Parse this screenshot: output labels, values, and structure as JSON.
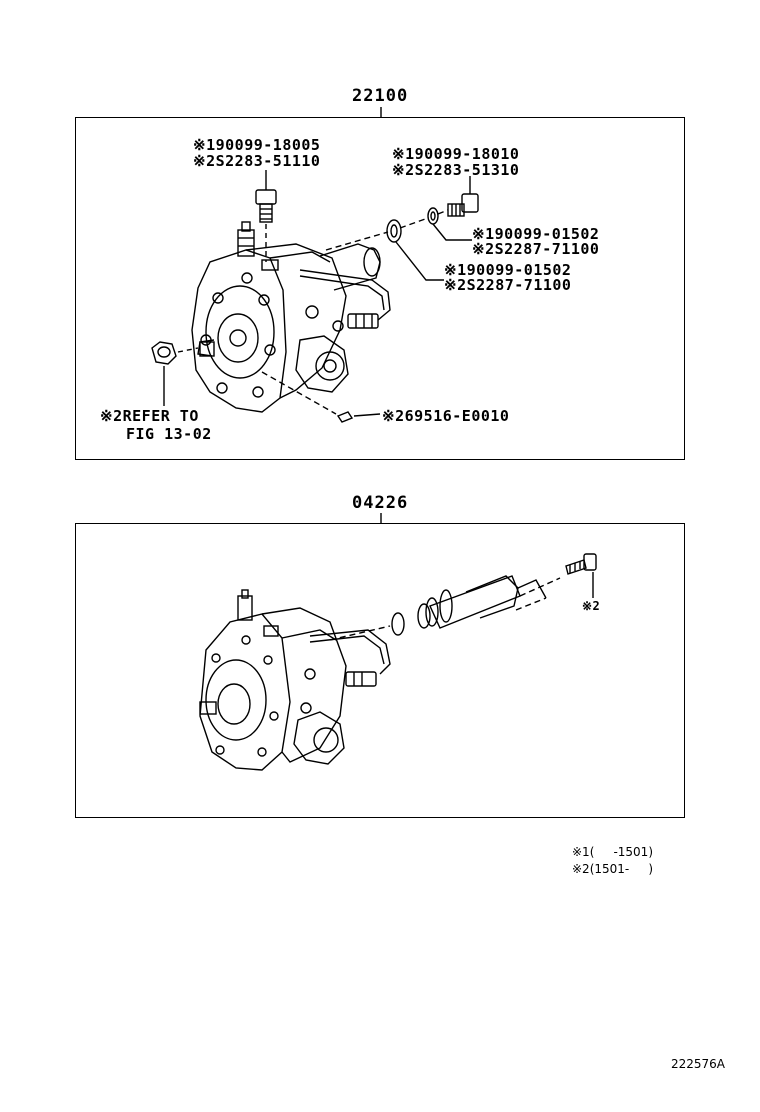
{
  "top_assembly": {
    "number": "22100",
    "labels": {
      "bolt_a_1": "※190099-18005",
      "bolt_a_2": "※2S2283-51110",
      "bolt_b_1": "※190099-18010",
      "bolt_b_2": "※2S2283-51310",
      "washer_a_1": "※190099-01502",
      "washer_a_2": "※2S2287-71100",
      "washer_b_1": "※190099-01502",
      "washer_b_2": "※2S2287-71100",
      "key": "※269516-E0010",
      "refer_1": "※2REFER TO",
      "refer_2": "FIG 13-02"
    }
  },
  "bottom_assembly": {
    "number": "04226",
    "labels": {
      "bolt_note": "※2"
    }
  },
  "legend": {
    "line1": "※1(     -1501)",
    "line2": "※2(1501-     )"
  },
  "figure_code": "222576A"
}
